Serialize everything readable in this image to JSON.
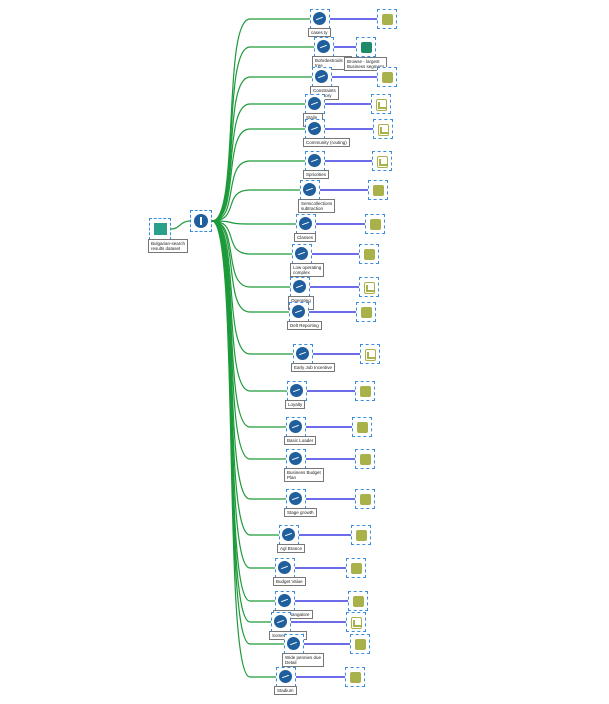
{
  "source": {
    "label": "Bulgarian-search\nresults dataset",
    "icon": "book-icon"
  },
  "filter": {
    "icon": "filter-icon"
  },
  "colors": {
    "branch": "#1d9a3a",
    "link": "#3b3be0",
    "node_border": "#3a8ee0",
    "tool": "#1f5f9e",
    "output": "#a8b14a"
  },
  "branches": [
    {
      "label": "cases ty",
      "out": "cube"
    },
    {
      "label": "Bohrdestroids ou\ntree",
      "out": "db",
      "out_label": "Browse - largest\nBusiness segment"
    },
    {
      "label": "Constraints\ntrajectory",
      "out": "cube"
    },
    {
      "label": "Stalin\nstatute",
      "out": "sheet"
    },
    {
      "label": "Community (routing)",
      "out": "sheet"
    },
    {
      "label": "Spriorities",
      "out": "sheet"
    },
    {
      "label": "Semicollections\nsubtraction",
      "out": "cube"
    },
    {
      "label": "Classes",
      "out": "cube"
    },
    {
      "label": "Low operating\ncomplex",
      "out": "cube"
    },
    {
      "label": "Operating\nBenefits",
      "out": "sheet"
    },
    {
      "label": "Delt Reporting",
      "out": "cube"
    },
    {
      "label": "Early Job Incentive",
      "out": "sheet"
    },
    {
      "label": "Loyalty",
      "out": "cube"
    },
    {
      "label": "Basic Loader",
      "out": "cube"
    },
    {
      "label": "Business Budget\nPlan",
      "out": "cube"
    },
    {
      "label": "Stage growth",
      "out": "cube"
    },
    {
      "label": "Agl Brance",
      "out": "cube"
    },
    {
      "label": "Budget Value",
      "out": "cube"
    },
    {
      "label": "Pretty Bangalore",
      "out": "cube"
    },
    {
      "label": "Something Seal",
      "out": "sheet"
    },
    {
      "label": "Wide pennies due\nDetail",
      "out": "cube"
    },
    {
      "label": "Stadium",
      "out": "cube"
    }
  ]
}
